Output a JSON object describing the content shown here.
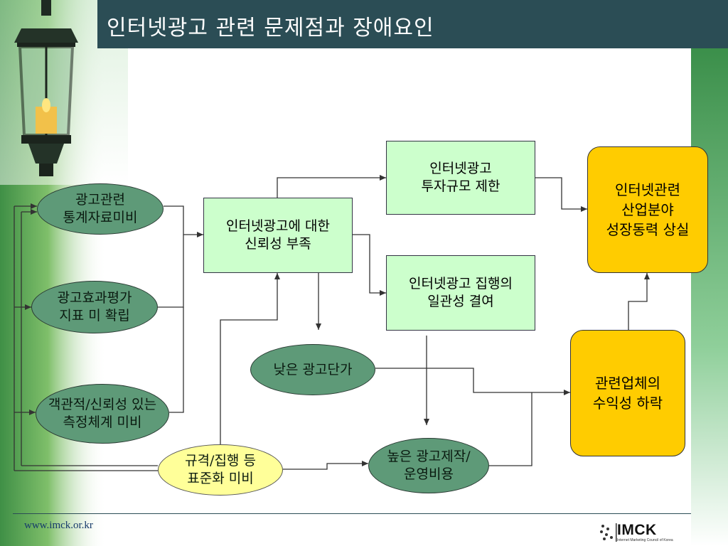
{
  "title": "인터넷광고 관련 문제점과 장애요인",
  "nodes": {
    "stats": [
      "광고관련",
      "통계자료미비"
    ],
    "effect": [
      "광고효과평가",
      "지표 미 확립"
    ],
    "measure": [
      "객관적/신뢰성 있는",
      "측정체계 미비"
    ],
    "standard": [
      "규격/집행 등",
      "표준화 미비"
    ],
    "trust": [
      "인터넷광고에 대한",
      "신뢰성 부족"
    ],
    "invest": [
      "인터넷광고",
      "투자규모 제한"
    ],
    "consistency": [
      "인터넷광고 집행의",
      "일관성 결여"
    ],
    "lowprice": [
      "낮은 광고단가"
    ],
    "highcost": [
      "높은 광고제작/",
      "운영비용"
    ],
    "profit": [
      "관련업체의",
      "수익성 하락"
    ],
    "growth": [
      "인터넷관련",
      "산업분야",
      "성장동력 상실"
    ]
  },
  "footer": {
    "url": "www.imck.or.kr",
    "logo_text": "IMCK",
    "logo_subtitle": "Internet Marketing Council of Korea"
  },
  "colors": {
    "title_bar": "#2b4d55",
    "rect_fill": "#ccffcc",
    "ellipse_fill": "#5e9a78",
    "yellow_ellipse_fill": "#ffff99",
    "gold_fill": "#ffcc00",
    "green_gradient": "#4f9a4f"
  },
  "icons": [
    "lantern-image",
    "imck-logo-icon"
  ]
}
